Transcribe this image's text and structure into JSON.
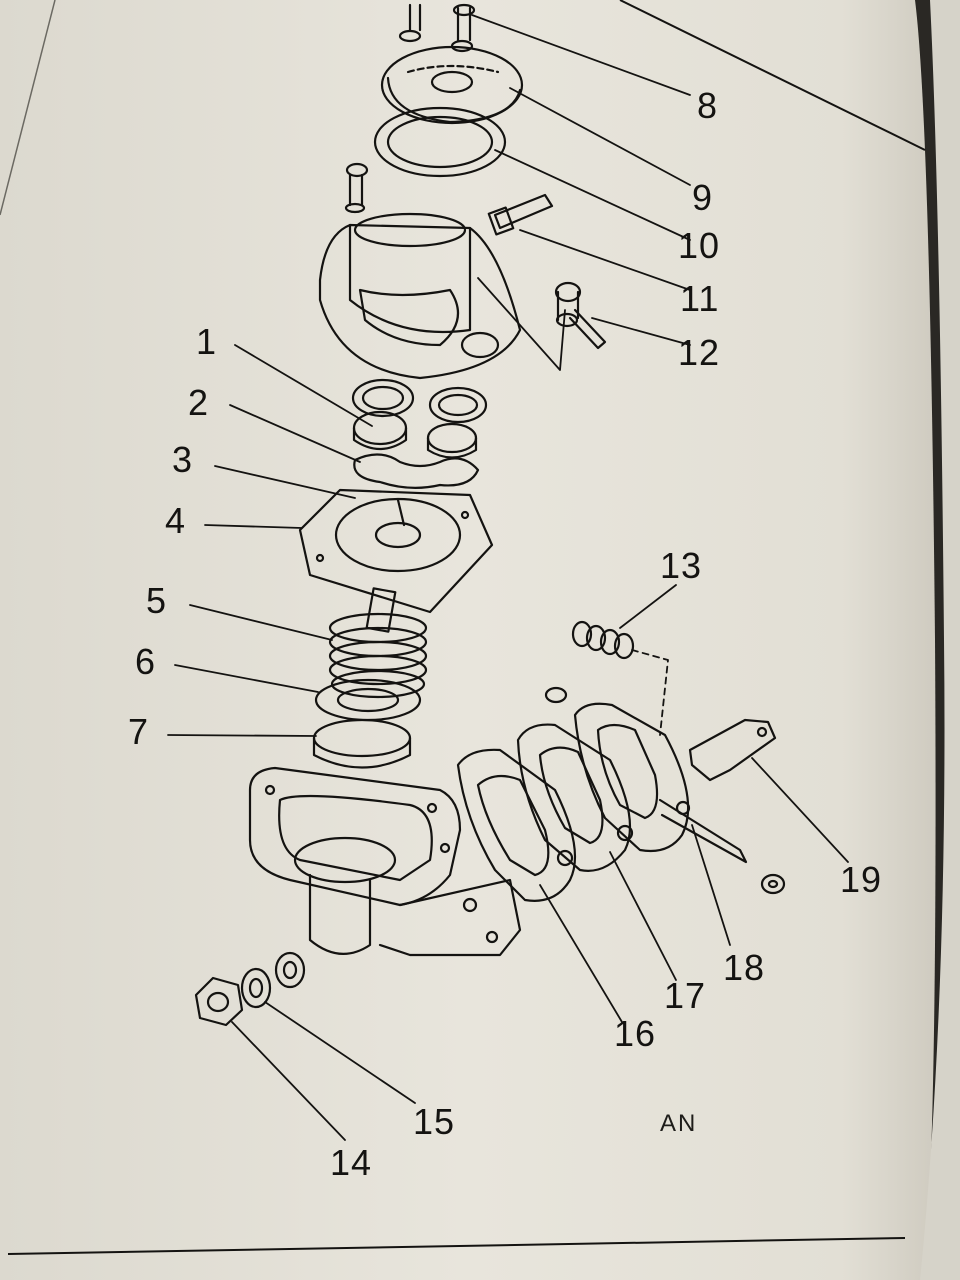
{
  "diagram": {
    "callouts": [
      "1",
      "2",
      "3",
      "4",
      "5",
      "6",
      "7",
      "8",
      "9",
      "10",
      "11",
      "12",
      "13",
      "14",
      "15",
      "16",
      "17",
      "18",
      "19"
    ],
    "corner_tag": "AN"
  },
  "colors": {
    "paper": "#e6e3da",
    "ink": "#141311",
    "shadow": "#c9c5ba",
    "background": "#1c1b19"
  }
}
